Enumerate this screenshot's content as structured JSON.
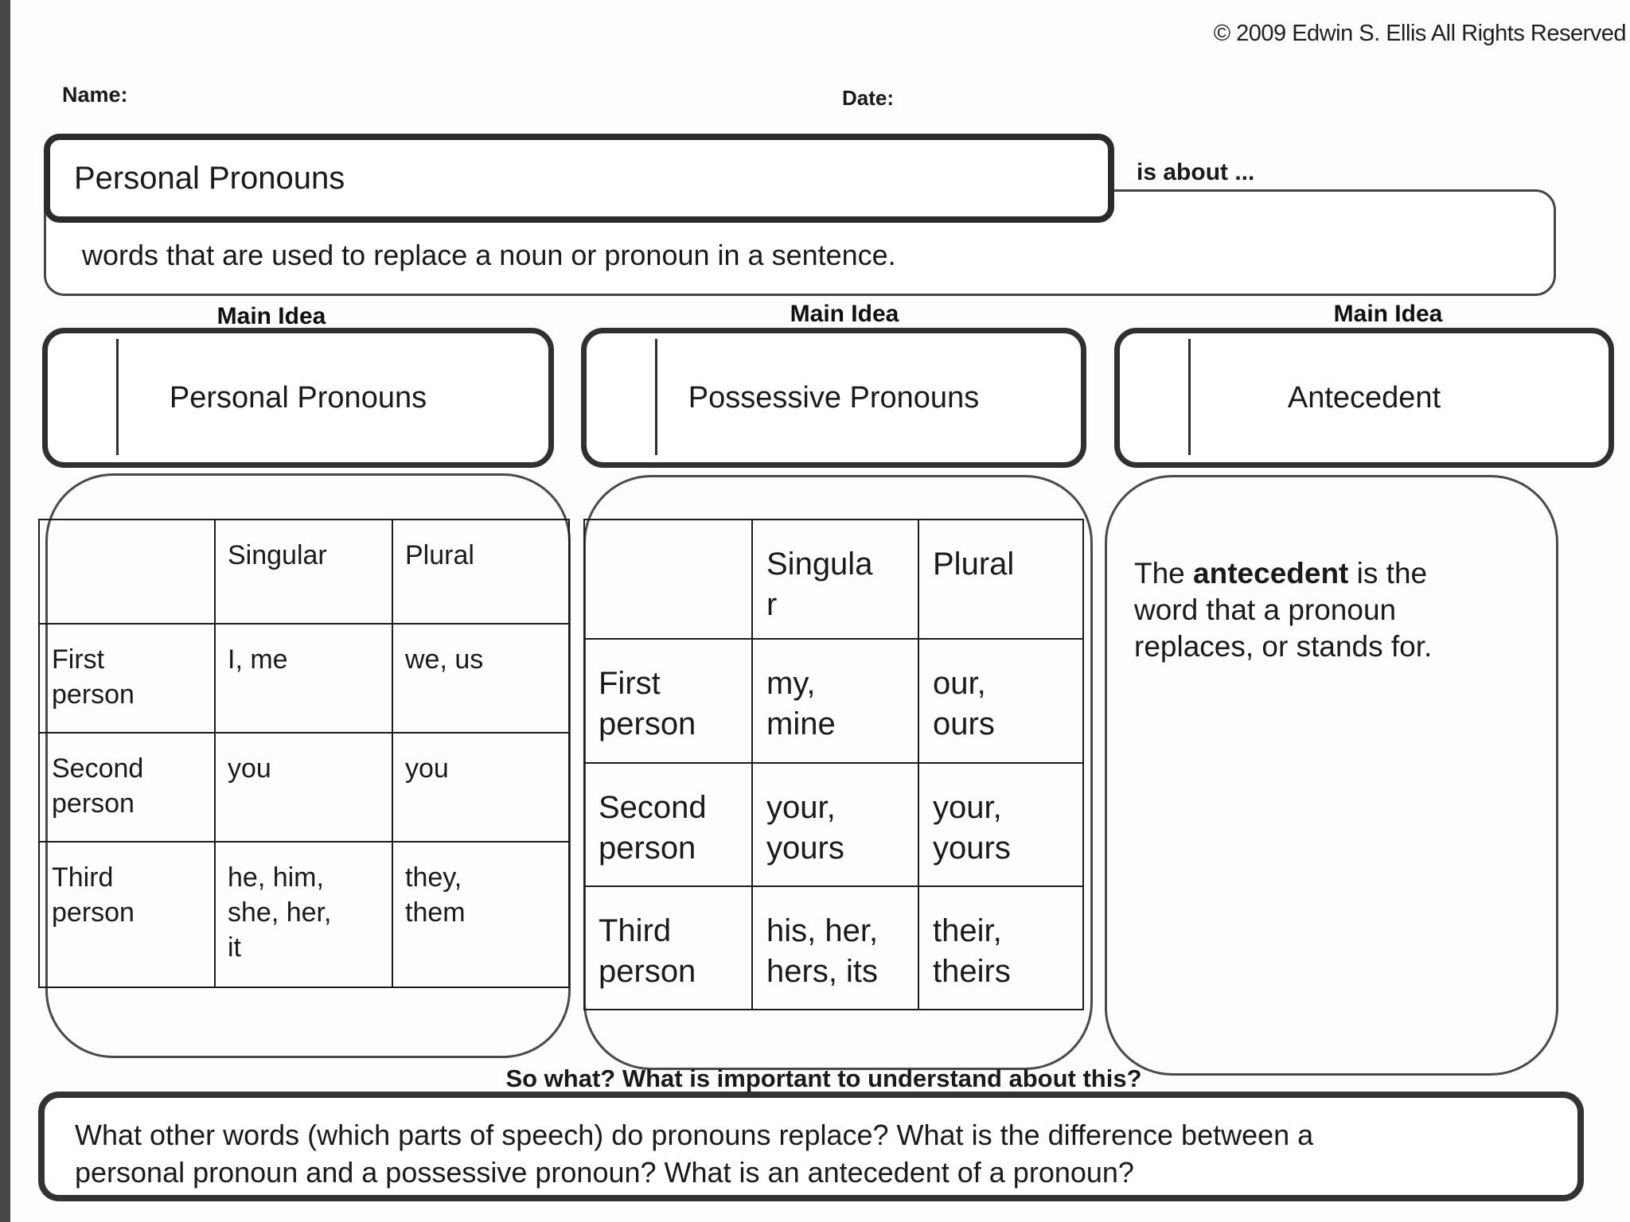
{
  "copyright": "© 2009 Edwin S. Ellis All Rights Reserved",
  "header": {
    "name_label": "Name:",
    "date_label": "Date:"
  },
  "title_box": {
    "title": "Personal Pronouns",
    "is_about_label": "is about ...",
    "definition": "words that are used to replace a noun or pronoun in a sentence."
  },
  "columns": [
    {
      "main_idea_label": "Main Idea",
      "main_idea": "Personal Pronouns",
      "table": {
        "headers": [
          "",
          "Singular",
          "Plural"
        ],
        "rows": [
          [
            "First\nperson",
            "I, me",
            "we, us"
          ],
          [
            "Second\nperson",
            "you",
            "you"
          ],
          [
            "Third\nperson",
            "he, him,\nshe, her,\nit",
            "they,\nthem"
          ]
        ]
      }
    },
    {
      "main_idea_label": "Main Idea",
      "main_idea": "Possessive Pronouns",
      "table": {
        "headers": [
          "",
          "Singula\nr",
          "Plural"
        ],
        "rows": [
          [
            "First\nperson",
            "my,\nmine",
            "our,\nours"
          ],
          [
            "Second\nperson",
            "your,\nyours",
            "your,\nyours"
          ],
          [
            "Third\nperson",
            "his, her,\nhers, its",
            "their,\ntheirs"
          ]
        ]
      }
    },
    {
      "main_idea_label": "Main Idea",
      "main_idea": "Antecedent",
      "note": {
        "before": "The ",
        "bold": "antecedent",
        "after": " is the\nword that a pronoun\nreplaces, or stands for."
      }
    }
  ],
  "so_what": {
    "label": "So what?  What is important to understand about this?",
    "question": "What other words (which parts of speech) do pronouns replace?  What is the difference between a\npersonal pronoun and a possessive pronoun? What is an antecedent of a pronoun?"
  },
  "colors": {
    "ink": "#1a1a1a",
    "border_heavy": "#2b2b2b",
    "border_light": "#4a4a4a",
    "edge_bar": "#474747"
  }
}
